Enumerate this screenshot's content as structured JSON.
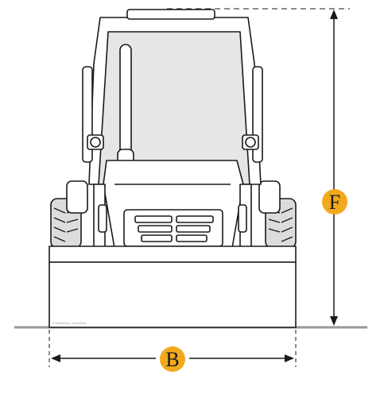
{
  "labels": {
    "height_marker": "F",
    "width_marker": "B"
  },
  "credit": "© Ritchie Bros. Auctioneers",
  "colors": {
    "badge_fill": "#F2A91D",
    "line": "#1a1a1a",
    "ground": "#999999",
    "glass": "#e6e6e6",
    "tire": "#dcdcdc"
  }
}
